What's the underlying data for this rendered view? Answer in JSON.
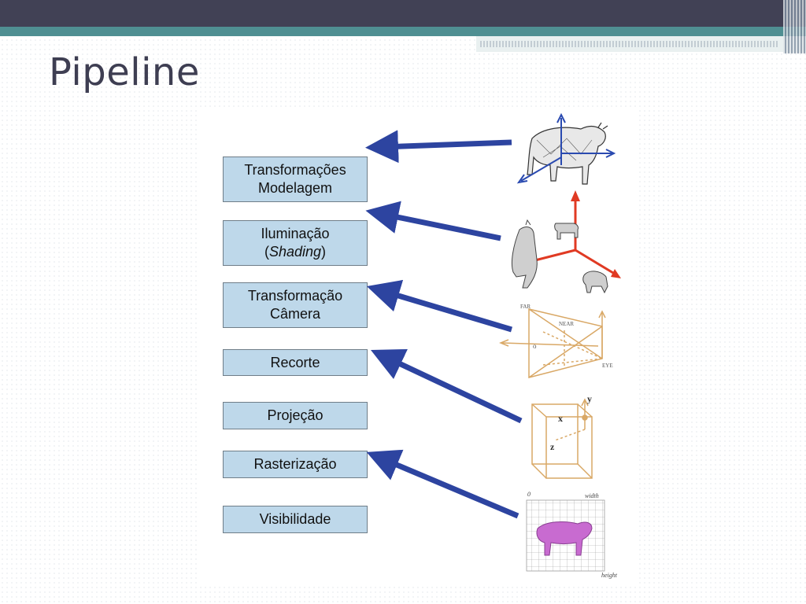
{
  "slide": {
    "title": "Pipeline"
  },
  "stages": [
    {
      "line1": "Transformações",
      "line2": "Modelagem"
    },
    {
      "line1": "Iluminação",
      "line2_pre": "(",
      "line2_em": "Shading",
      "line2_post": ")"
    },
    {
      "line1": "Transformação",
      "line2": "Câmera"
    },
    {
      "line1": "Recorte"
    },
    {
      "line1": "Projeção"
    },
    {
      "line1": "Rasterização"
    },
    {
      "line1": "Visibilidade"
    }
  ],
  "illustrations": {
    "frustum": {
      "far": "FAR",
      "near": "NEAR",
      "eye": "EYE",
      "origin": "o"
    },
    "clip_volume": {
      "x": "x",
      "y": "y",
      "z": "z"
    },
    "raster": {
      "zero": "0",
      "width": "width",
      "height": "height"
    }
  },
  "colors": {
    "arrow": "#2d44a0",
    "box_fill": "#bed8ea",
    "red_axis": "#e03a23",
    "frustum": "#d9a866",
    "cow_pink": "#c86bd0"
  }
}
